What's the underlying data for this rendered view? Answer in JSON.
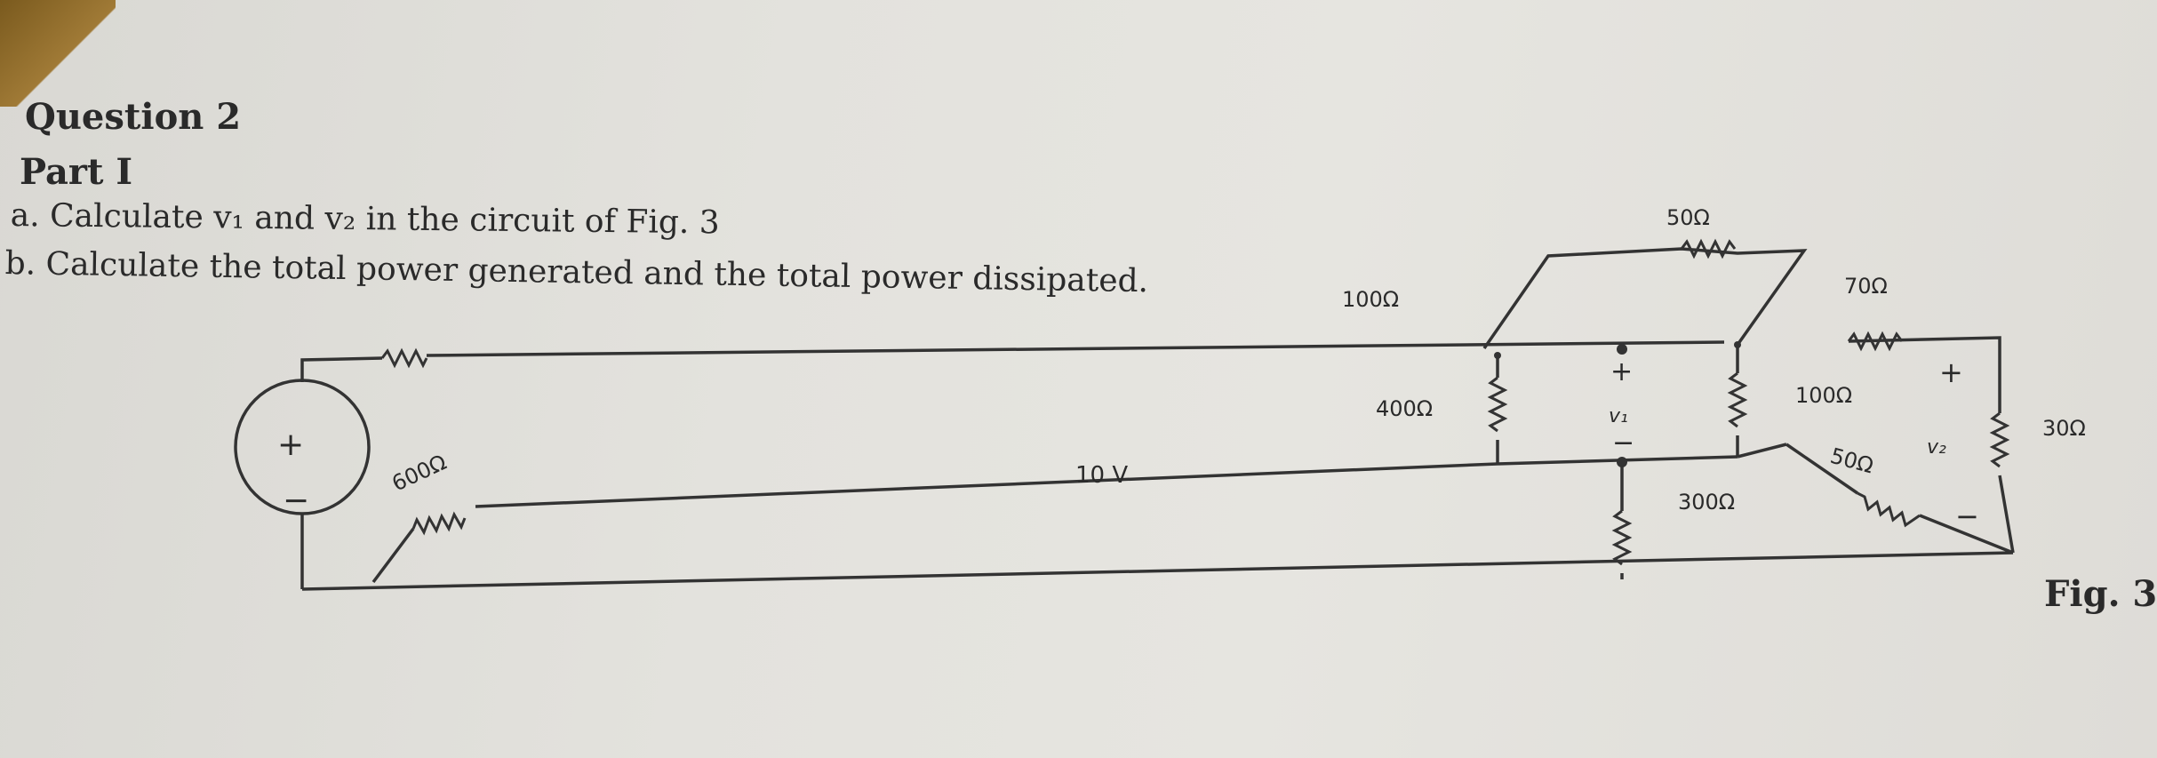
{
  "question": {
    "title": "Question 2",
    "part": "Part I",
    "item_a": "a. Calculate v₁ and v₂ in the circuit of Fig. 3",
    "item_b": "b. Calculate the total power generated and the total power dissipated."
  },
  "figure": {
    "label": "Fig. 3",
    "source": {
      "value": "10 V",
      "plus": "+",
      "minus": "−"
    },
    "resistors": {
      "r100_top": "100Ω",
      "r400": "400Ω",
      "r600": "600Ω",
      "r50_top": "50Ω",
      "r70": "70Ω",
      "r100_mid": "100Ω",
      "r50_low": "50Ω",
      "r300_mid": "300Ω",
      "r30": "30Ω"
    },
    "voltages": {
      "v1": "v₁",
      "v1_plus": "+",
      "v1_minus": "−",
      "v2": "v₂",
      "v2_plus": "+",
      "v2_minus": "−"
    }
  }
}
